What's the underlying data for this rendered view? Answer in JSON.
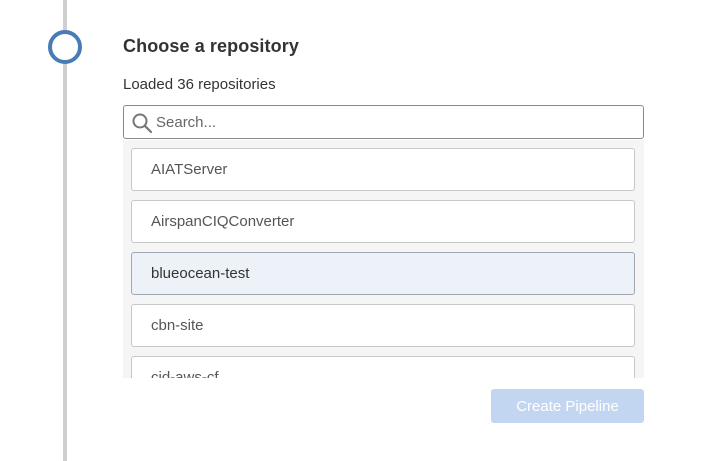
{
  "step": {
    "title": "Choose a repository",
    "status": "Loaded 36 repositories"
  },
  "search": {
    "placeholder": "Search...",
    "value": ""
  },
  "repositories": [
    {
      "name": "AIATServer",
      "selected": false
    },
    {
      "name": "AirspanCIQConverter",
      "selected": false
    },
    {
      "name": "blueocean-test",
      "selected": true
    },
    {
      "name": "cbn-site",
      "selected": false
    },
    {
      "name": "cid-aws-cf",
      "selected": false
    }
  ],
  "actions": {
    "create_label": "Create Pipeline",
    "create_enabled": false
  },
  "colors": {
    "step_ring": "#4a7bb7",
    "selected_row_bg": "#edf2f8",
    "disabled_button_bg": "#c3d6f1"
  },
  "icons": {
    "search": "search-icon",
    "step": "step-circle-icon"
  }
}
